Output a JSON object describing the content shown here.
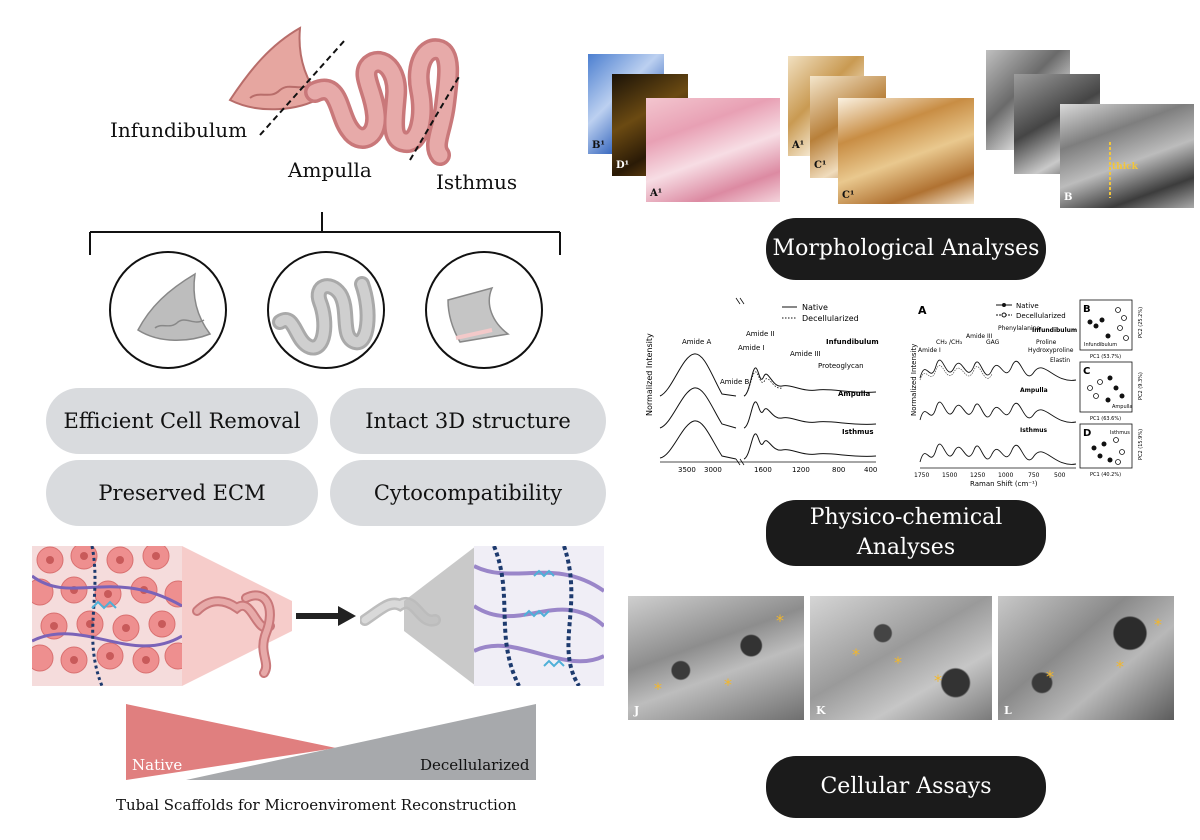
{
  "anatomy": {
    "infundibulum": "Infundibulum",
    "ampulla": "Ampulla",
    "isthmus": "Isthmus"
  },
  "features": {
    "cell_removal": "Efficient Cell Removal",
    "structure": "Intact 3D structure",
    "ecm": "Preserved ECM",
    "cytocompat": "Cytocompatibility"
  },
  "gradient": {
    "native": "Native",
    "decellularized": "Decellularized",
    "caption": "Tubal Scaffolds for Microenviroment Reconstruction"
  },
  "analyses": {
    "morphological": "Morphological Analyses",
    "physico_line1": "Physico-chemical",
    "physico_line2": "Analyses",
    "cellular": "Cellular Assays"
  },
  "histology_labels": {
    "b1": "B¹",
    "d1": "D¹",
    "a1": "A¹",
    "a2": "A¹",
    "c1": "C¹",
    "c2": "C¹",
    "sem_b": "B",
    "sem_mark": "thick"
  },
  "ftir": {
    "ylabel": "Normalized Intensity",
    "legend_native": "Native",
    "legend_decell": "Decellularized",
    "peaks": {
      "amide_a": "Amide A",
      "amide_b": "Amide B",
      "amide_ii": "Amide II",
      "amide_i": "Amide I",
      "amide_iii": "Amide III",
      "proteoglycan": "Proteoglycan"
    },
    "rows": {
      "r1": "Infundibulum",
      "r2": "Ampulla",
      "r3": "Isthmus"
    },
    "xticks": {
      "t1": "3500",
      "t2": "3000",
      "t3": "1600",
      "t4": "1200",
      "t5": "800",
      "t6": "400"
    }
  },
  "raman": {
    "panel": "A",
    "ylabel": "Normalized Intensity",
    "xlabel": "Raman Shift (cm⁻¹)",
    "legend_native": "Native",
    "legend_decell": "Decellularized",
    "peaks": {
      "phenylalanine": "Phenylalanine",
      "amide_iii": "Amide III",
      "ch2": "CH₂ /CH₃",
      "gag": "GAG",
      "proline": "Proline",
      "hydroxyproline": "Hydroxyproline",
      "amide_i": "Amide I",
      "elastin": "Elastin"
    },
    "rows": {
      "r1": "Infundibulum",
      "r2": "Ampulla",
      "r3": "Isthmus"
    },
    "xticks": {
      "t1": "1750",
      "t2": "1500",
      "t3": "1250",
      "t4": "1000",
      "t5": "750",
      "t6": "500"
    },
    "pca": {
      "b": "B",
      "c": "C",
      "d": "D",
      "b_x": "PC1 (53.7%)",
      "c_x": "PC1 (63.6%)",
      "d_x": "PC1 (40.2%)",
      "b_y": "PC2 (25.2%)",
      "c_y": "PC2 (9.3%)",
      "d_y": "PC2 (15.9%)",
      "b_tag": "Infundibulum",
      "c_tag": "Ampulla",
      "d_tag": "Isthmus"
    }
  },
  "sem_labels": {
    "j": "J",
    "k": "K",
    "l": "L"
  }
}
